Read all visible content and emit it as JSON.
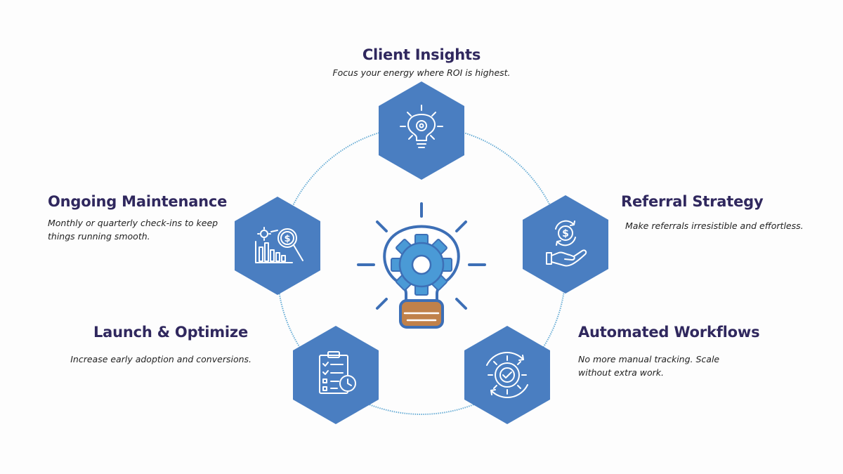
{
  "colors": {
    "hexagon": "#4a7ec1",
    "ring": "#6aaed6",
    "title": "#30285e",
    "bulb_outline": "#3d6fb6",
    "gear": "#4a9ad6",
    "bulb_base": "#c0814a"
  },
  "center": {
    "icon": "lightbulb-gear-icon"
  },
  "steps": [
    {
      "title": "Client Insights",
      "description": "Focus your energy where ROI is highest.",
      "icon": "lightbulb-gear-icon"
    },
    {
      "title": "Referral Strategy",
      "description": "Make referrals irresistible and effortless.",
      "icon": "hand-dollar-icon"
    },
    {
      "title": "Automated Workflows",
      "description": "No more manual tracking. Scale without extra work.",
      "icon": "gear-cycle-check-icon"
    },
    {
      "title": "Launch & Optimize",
      "description": "Increase early adoption and conversions.",
      "icon": "checklist-clock-icon"
    },
    {
      "title": "Ongoing Maintenance",
      "description": "Monthly or quarterly check-ins to keep things running smooth.",
      "icon": "chart-magnifier-dollar-icon"
    }
  ]
}
